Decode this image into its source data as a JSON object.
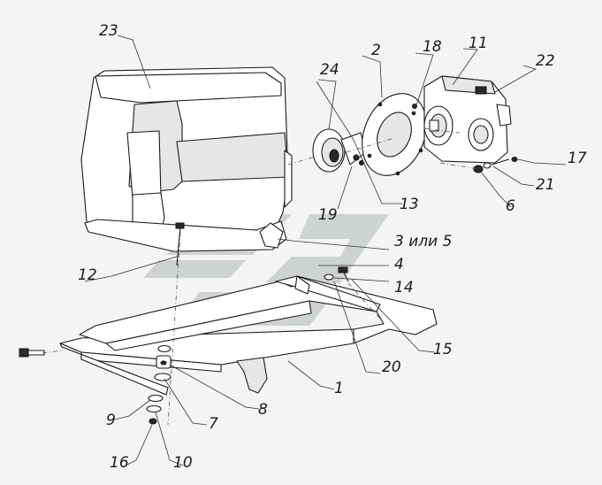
{
  "callouts": {
    "c1": "1",
    "c2": "2",
    "c3": "3 или 5",
    "c4": "4",
    "c6": "6",
    "c7": "7",
    "c8": "8",
    "c9": "9",
    "c10": "10",
    "c11": "11",
    "c12": "12",
    "c13": "13",
    "c14": "14",
    "c15": "15",
    "c16": "16",
    "c17": "17",
    "c18": "18",
    "c19": "19",
    "c20": "20",
    "c21": "21",
    "c22": "22",
    "c23": "23",
    "c24": "24"
  },
  "colors": {
    "line": "#1a1a1a",
    "watermark": "#6e7f6e",
    "background": "#f4f4f4"
  }
}
